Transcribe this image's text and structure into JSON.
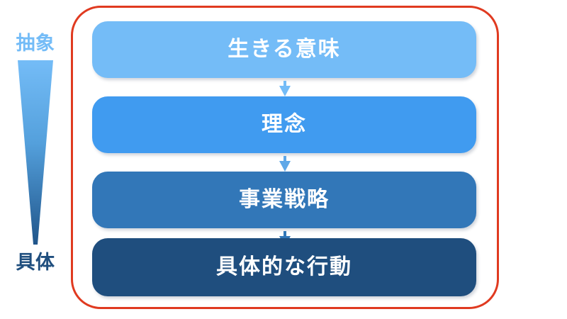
{
  "diagram": {
    "title_text": "",
    "axis": {
      "top_label": "抽象",
      "bottom_label": "具体",
      "top_color": "#74BCF7",
      "bottom_color": "#1F4E7E",
      "wedge_name": "abstract-to-concrete-wedge"
    },
    "frame": {
      "color": "#E03A20",
      "style": "rounded-rectangle-highlight"
    },
    "levels": [
      {
        "label": "生きる意味",
        "color": "#74BCF7",
        "level": 1,
        "arrow_to_next": true
      },
      {
        "label": "理念",
        "color": "#409BF0",
        "level": 2,
        "arrow_to_next": true
      },
      {
        "label": "事業戦略",
        "color": "#3277B8",
        "level": 3,
        "arrow_to_next": true
      },
      {
        "label": "具体的な行動",
        "color": "#1F4E7E",
        "level": 4,
        "arrow_to_next": false
      }
    ]
  }
}
